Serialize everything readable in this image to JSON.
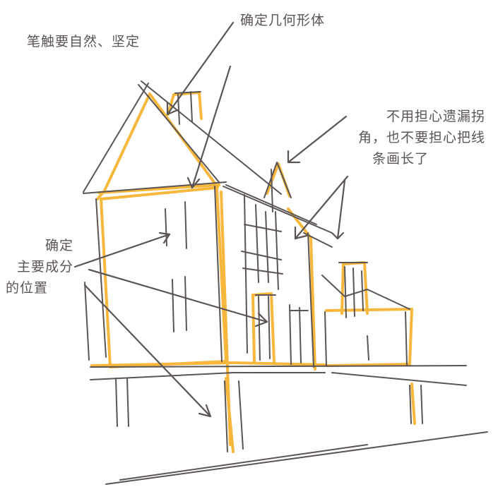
{
  "annotations": {
    "stroke_natural": "笔触要自然、坚定",
    "geometry": "确定几何形体",
    "corners": {
      "line1": "不用担心遗漏拐",
      "line2": "角，也不要担心把线",
      "line3": "条画长了"
    },
    "components": {
      "line1": "确定",
      "line2": "主要成分",
      "line3": "的位置"
    }
  },
  "colors": {
    "ink": "#5a5553",
    "marker": "#f6b73c",
    "background": "#ffffff"
  }
}
